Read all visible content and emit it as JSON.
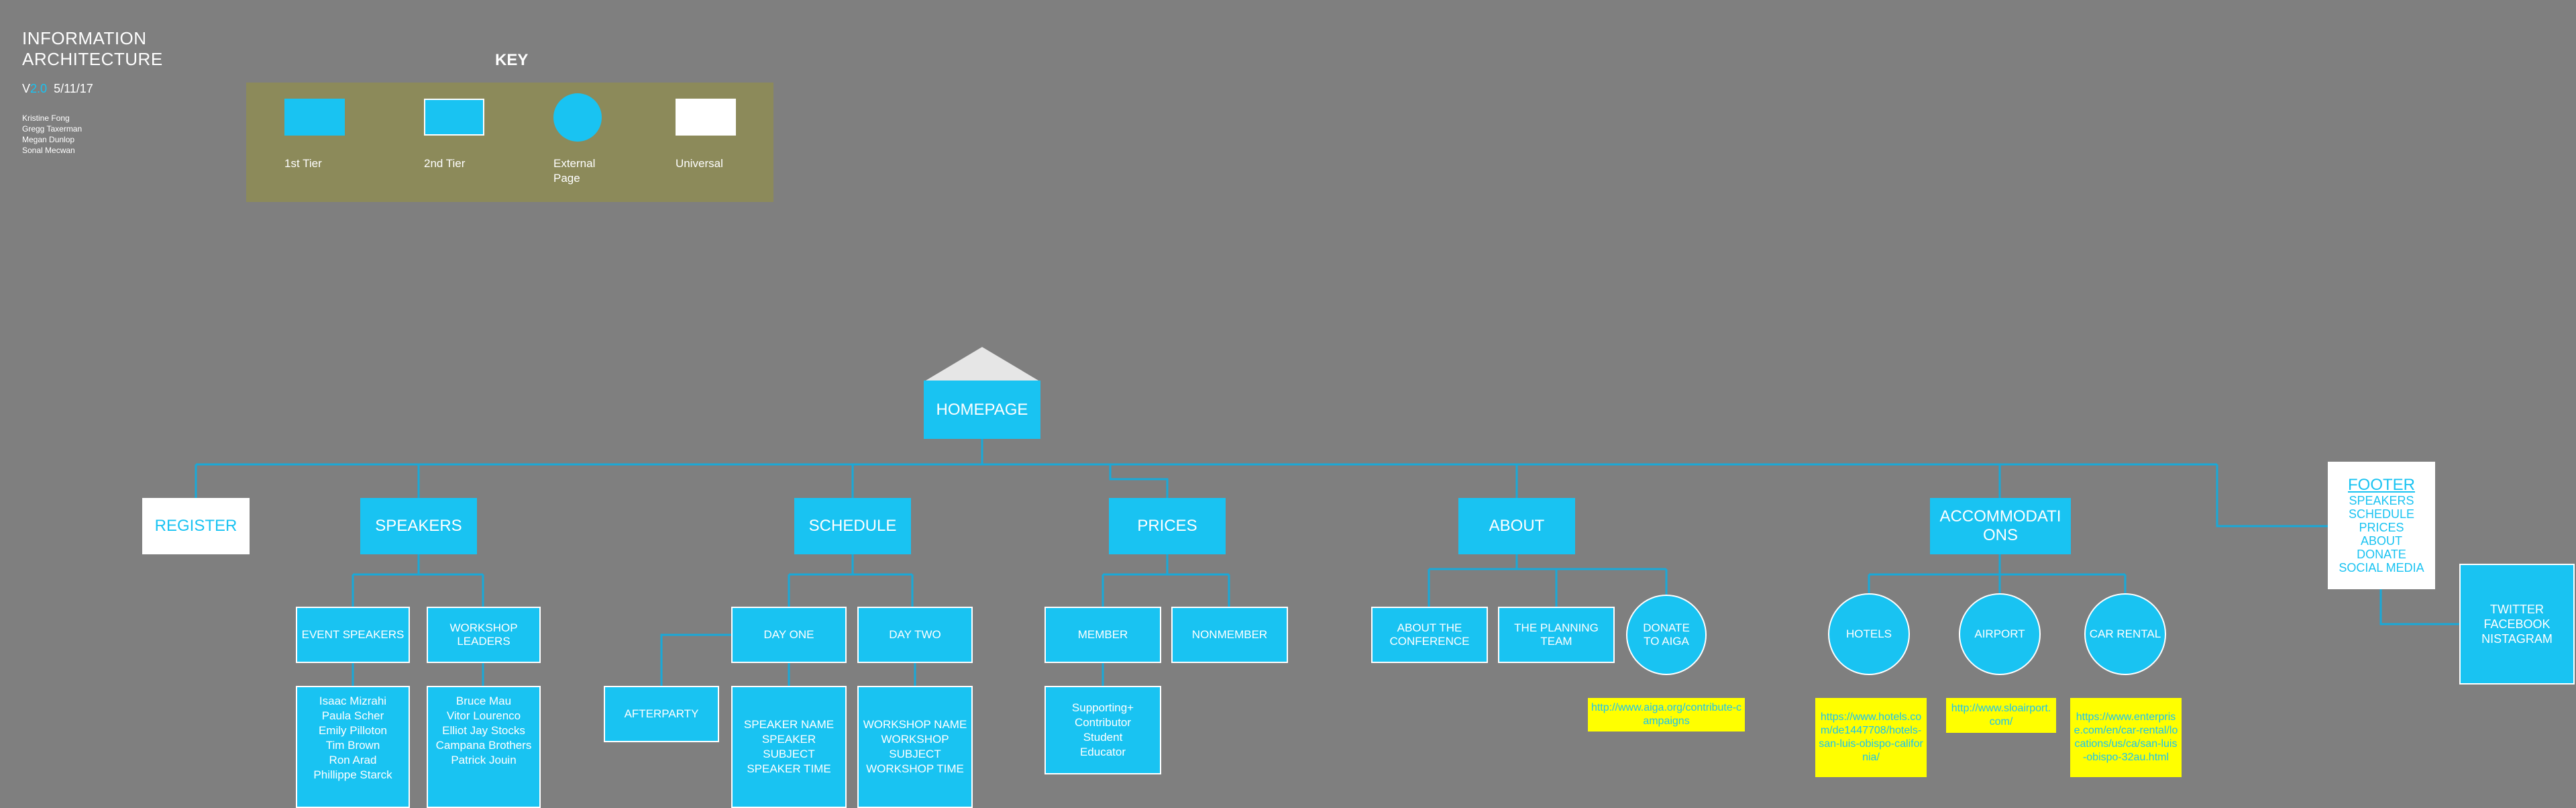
{
  "header": {
    "title_line1": "INFORMATION",
    "title_line2": "ARCHITECTURE",
    "version_prefix": "V",
    "version_number": "2.0",
    "date": "5/11/17",
    "team": [
      "Kristine Fong",
      "Gregg Taxerman",
      "Megan Dunlop",
      "Sonal Mecwan"
    ]
  },
  "key": {
    "title": "KEY",
    "items": [
      {
        "label": "1st Tier"
      },
      {
        "label": "2nd Tier"
      },
      {
        "label": "External Page"
      },
      {
        "label": "Universal"
      }
    ]
  },
  "colors": {
    "background": "#7f7f7f",
    "tier": "#19c3f2",
    "external_link_bg": "#ffff00",
    "key_panel": "#8c8a5a",
    "connector": "#19a9d8"
  },
  "tree": {
    "homepage": "HOMEPAGE",
    "register": "REGISTER",
    "speakers": {
      "label": "SPEAKERS",
      "event_speakers": "EVENT SPEAKERS",
      "workshop_leaders": "WORKSHOP LEADERS",
      "event_speaker_names": [
        "Isaac Mizrahi",
        "Paula Scher",
        "Emily Pilloton",
        "Tim Brown",
        "Ron Arad",
        "Phillippe Starck"
      ],
      "workshop_leader_names": [
        "Bruce Mau",
        "Vitor Lourenco",
        "Elliot Jay Stocks",
        "Campana Brothers",
        "Patrick Jouin"
      ]
    },
    "schedule": {
      "label": "SCHEDULE",
      "day_one": "DAY ONE",
      "day_two": "DAY TWO",
      "afterparty": "AFTERPARTY",
      "day_one_items": [
        "SPEAKER NAME",
        "SPEAKER SUBJECT",
        "SPEAKER TIME"
      ],
      "day_two_items": [
        "WORKSHOP NAME",
        "WORKSHOP SUBJECT",
        "WORKSHOP TIME"
      ]
    },
    "prices": {
      "label": "PRICES",
      "member": "MEMBER",
      "nonmember": "NONMEMBER",
      "member_types": [
        "Supporting+",
        "Contributor",
        "Student",
        "Educator"
      ]
    },
    "about": {
      "label": "ABOUT",
      "about_conference": "ABOUT THE CONFERENCE",
      "planning_team": "THE PLANNING TEAM",
      "donate": "DONATE TO AIGA",
      "donate_url": "http://www.aiga.org/contribute-campaigns"
    },
    "accommodations": {
      "label": "ACCOMMODATIONS",
      "hotels": "HOTELS",
      "airport": "AIRPORT",
      "car_rental": "CAR RENTAL",
      "hotels_url": "https://www.hotels.com/de1447708/hotels-san-luis-obispo-california/",
      "airport_url": "http://www.sloairport.com/",
      "car_rental_url": "https://www.enterprise.com/en/car-rental/locations/us/ca/san-luis-obispo-32au.html"
    },
    "footer": {
      "title": "FOOTER",
      "items": [
        "SPEAKERS",
        "SCHEDULE",
        "PRICES",
        "ABOUT",
        "DONATE",
        "SOCIAL MEDIA"
      ]
    },
    "social": [
      "TWITTER",
      "FACEBOOK",
      "NISTAGRAM"
    ]
  }
}
